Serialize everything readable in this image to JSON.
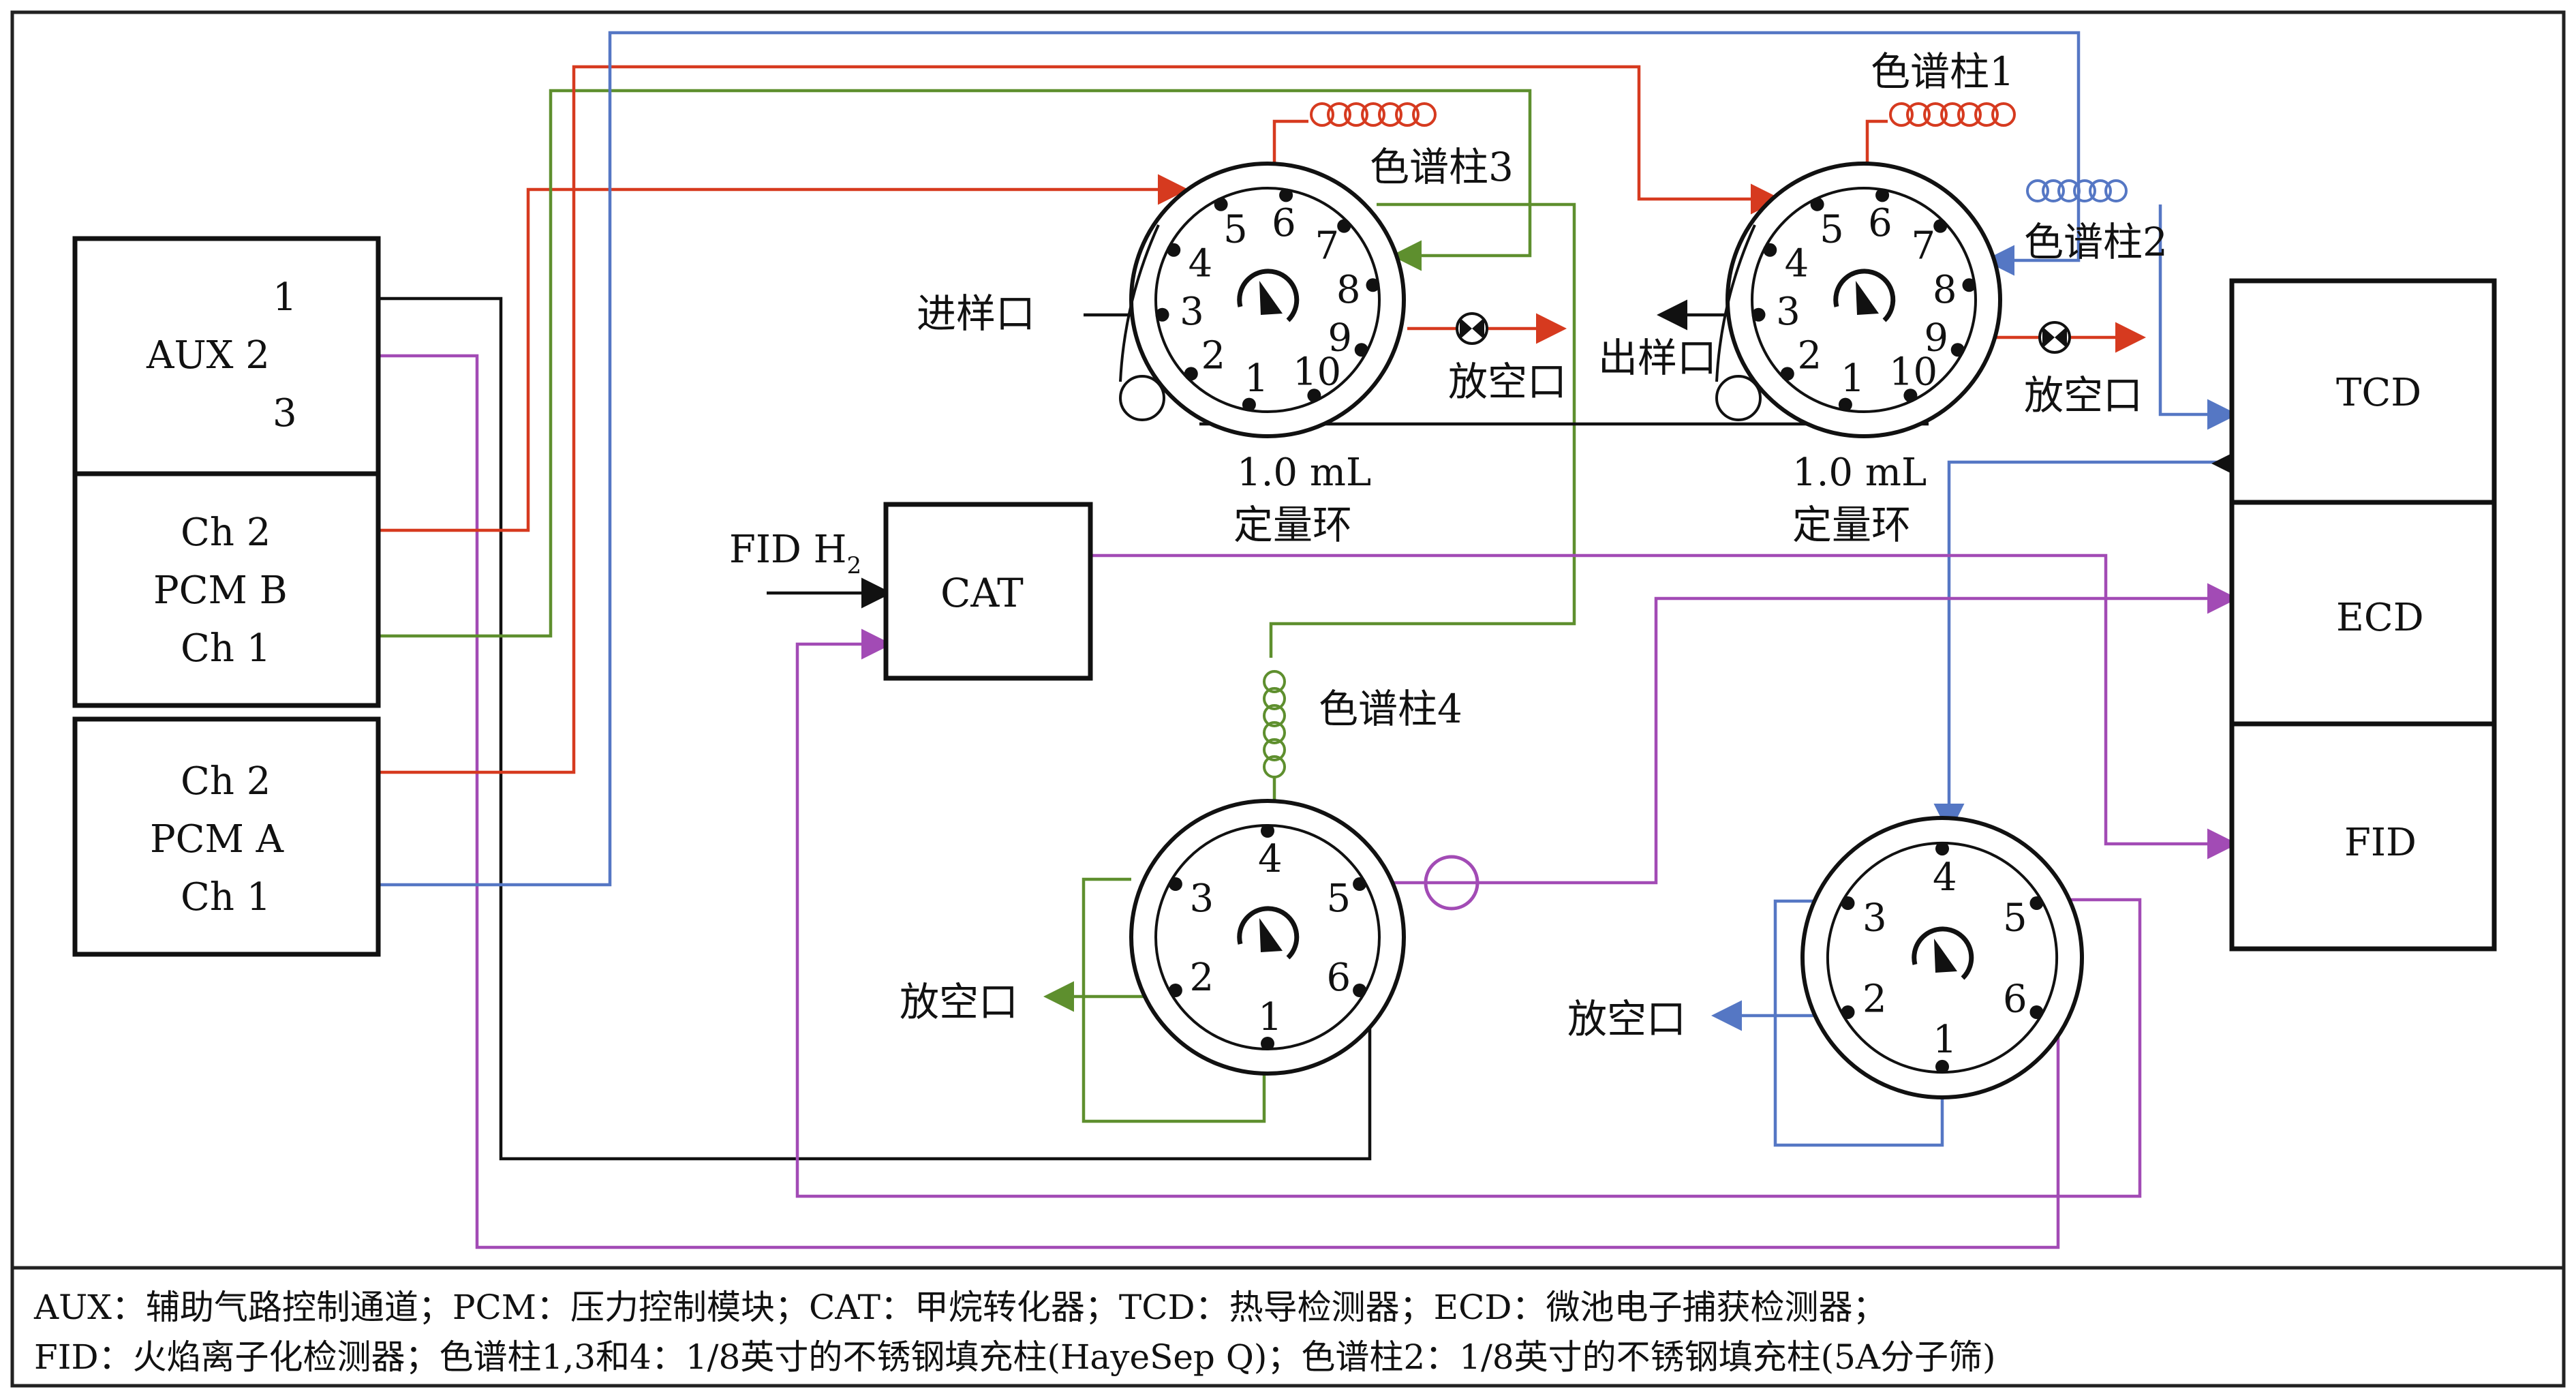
{
  "boxes": {
    "aux": {
      "line1": "1",
      "line2": "AUX 2",
      "line3": "3"
    },
    "pcm_b": {
      "line1": "Ch 2",
      "line2": "PCM B",
      "line3": "Ch 1"
    },
    "pcm_a": {
      "line1": "Ch 2",
      "line2": "PCM A",
      "line3": "Ch 1"
    },
    "cat": "CAT",
    "fid_h2_main": "FID H",
    "fid_h2_sub": "2",
    "tcd": "TCD",
    "ecd": "ECD",
    "fid": "FID"
  },
  "valve_ports_10": [
    "1",
    "2",
    "3",
    "4",
    "5",
    "6",
    "7",
    "8",
    "9",
    "10"
  ],
  "valve_ports_6": [
    "1",
    "2",
    "3",
    "4",
    "5",
    "6"
  ],
  "labels": {
    "column1": "色谱柱1",
    "column2": "色谱柱2",
    "column3": "色谱柱3",
    "column4": "色谱柱4",
    "inlet": "进样口",
    "outlet": "出样口",
    "vent": "放空口",
    "loop_volume": "1.0 mL",
    "loop_name": "定量环"
  },
  "footer": {
    "line1": "AUX：辅助气路控制通道；PCM：压力控制模块；CAT：甲烷转化器；TCD：热导检测器；ECD：微池电子捕获检测器；",
    "line2": "FID：火焰离子化检测器；色谱柱1,3和4：1/8英寸的不锈钢填充柱(HayeSep Q)；色谱柱2：1/8英寸的不锈钢填充柱(5A分子筛)"
  },
  "colors": {
    "red_line": "#d63a1f",
    "green_line": "#5e8f2e",
    "blue_line": "#5577c4",
    "purple_line": "#a24bb5",
    "black_line": "#111111"
  }
}
